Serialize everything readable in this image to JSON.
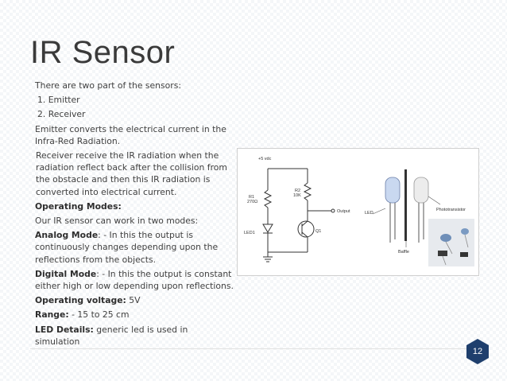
{
  "slide": {
    "title": "IR Sensor",
    "page_number": "12",
    "accent_color": "#1f3f6d"
  },
  "content": {
    "intro": "There are two part of the  sensors:",
    "item1": "1. Emitter",
    "item2": "2. Receiver",
    "emitter_desc": "Emitter converts the electrical current in the Infra-Red Radiation.",
    "receiver_desc": "Receiver receive the IR radiation when the radiation reflect back after the collision from the obstacle and then this IR radiation is converted into electrical current.",
    "modes_heading": "Operating Modes:",
    "modes_intro": "Our IR sensor can work in two modes:",
    "analog_label": "Analog Mode",
    "analog_text": ": - In this the output is continuously changes depending upon the reflections from the objects.",
    "digital_label": "Digital Mode",
    "digital_text": ": - In this the output is constant either high or low depending upon reflections.",
    "voltage_label": "Operating voltage:",
    "voltage_value": " 5V",
    "range_label": "Range:",
    "range_value": " - 15 to 25 cm",
    "led_label": "LED Details:",
    "led_value": " generic led is used in simulation"
  },
  "figure": {
    "supply_label": "+5 vdc",
    "r1_name": "R1",
    "r1_value": "270Ω",
    "r2_name": "R2",
    "r2_value": "10K",
    "output_label": "Output",
    "led1_label": "LED1",
    "q1_label": "Q1",
    "led_label": "LED",
    "phototransistor_label": "Phototransistor",
    "baffle_label": "Baffle"
  }
}
